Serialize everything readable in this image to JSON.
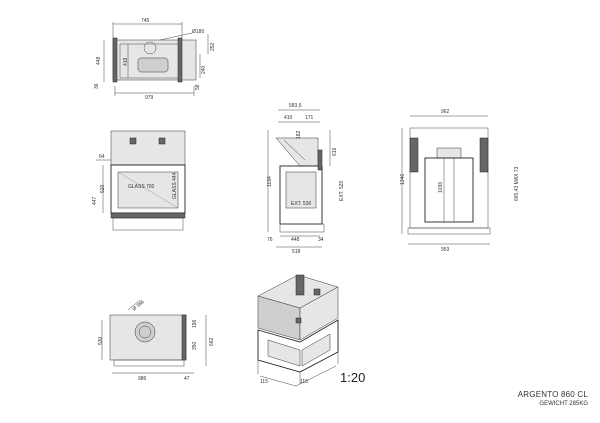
{
  "title_block": {
    "scale": "1:20",
    "model": "ARGENTO 860 CL",
    "weight": "GEWICHT 285KG"
  },
  "views": {
    "top": {
      "dims": [
        "745",
        "Ø180",
        "448",
        "418",
        "240",
        "252",
        "979",
        "58",
        "36"
      ]
    },
    "front": {
      "dims": [
        "64",
        "520",
        "447",
        "GLASS 792",
        "GLASS 444"
      ]
    },
    "side": {
      "dims": [
        "583,5",
        "410",
        "171",
        "182",
        "619",
        "1194",
        "EXT. 520",
        "EXT. 530",
        "448",
        "76",
        "34",
        "518"
      ]
    },
    "rear": {
      "dims": [
        "962",
        "1346",
        "1036",
        "665,43 MAX 73",
        "953"
      ]
    },
    "bottom": {
      "dims": [
        "Ø 386",
        "530",
        "196",
        "350",
        "662",
        "986",
        "47"
      ]
    },
    "iso": {
      "dims": [
        "115",
        "115"
      ]
    }
  }
}
